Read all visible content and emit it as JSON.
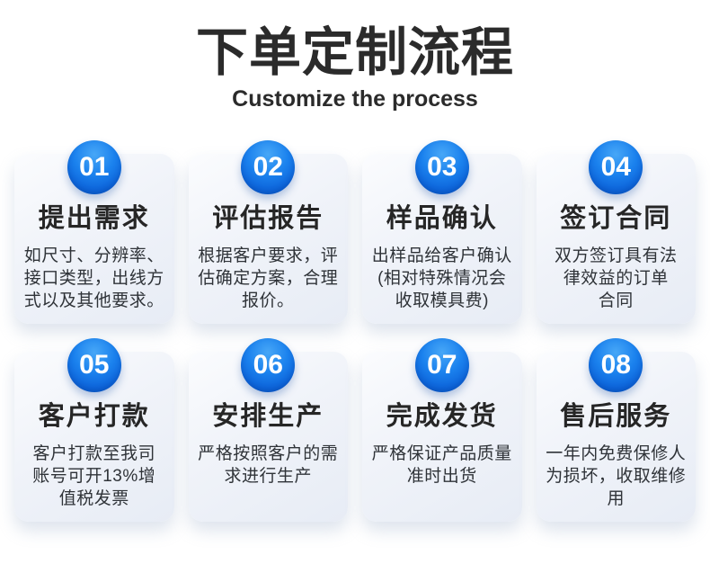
{
  "header": {
    "title": "下单定制流程",
    "subtitle": "Customize the process"
  },
  "colors": {
    "badge_blue_top": "#47a7f7",
    "badge_blue_bottom": "#0a55c2",
    "card_bg_start": "#fbfcfe",
    "card_bg_end": "#e7ecf5",
    "title_text": "#2b2b2b",
    "body_text": "#2f3338",
    "badge_text": "#ffffff"
  },
  "steps": [
    {
      "number": "01",
      "title": "提出需求",
      "description": "如尺寸、分辨率、\n接口类型，出线方\n式以及其他要求。"
    },
    {
      "number": "02",
      "title": "评估报告",
      "description": "根据客户要求，评\n估确定方案，合理\n报价。"
    },
    {
      "number": "03",
      "title": "样品确认",
      "description": "出样品给客户确认\n(相对特殊情况会\n收取模具费)"
    },
    {
      "number": "04",
      "title": "签订合同",
      "description": "双方签订具有法\n律效益的订单\n合同"
    },
    {
      "number": "05",
      "title": "客户打款",
      "description": "客户打款至我司\n账号可开13%增\n值税发票"
    },
    {
      "number": "06",
      "title": "安排生产",
      "description": "严格按照客户的需\n求进行生产"
    },
    {
      "number": "07",
      "title": "完成发货",
      "description": "严格保证产品质量\n准时出货"
    },
    {
      "number": "08",
      "title": "售后服务",
      "description": "一年内免费保修人\n为损坏，收取维修\n用"
    }
  ]
}
